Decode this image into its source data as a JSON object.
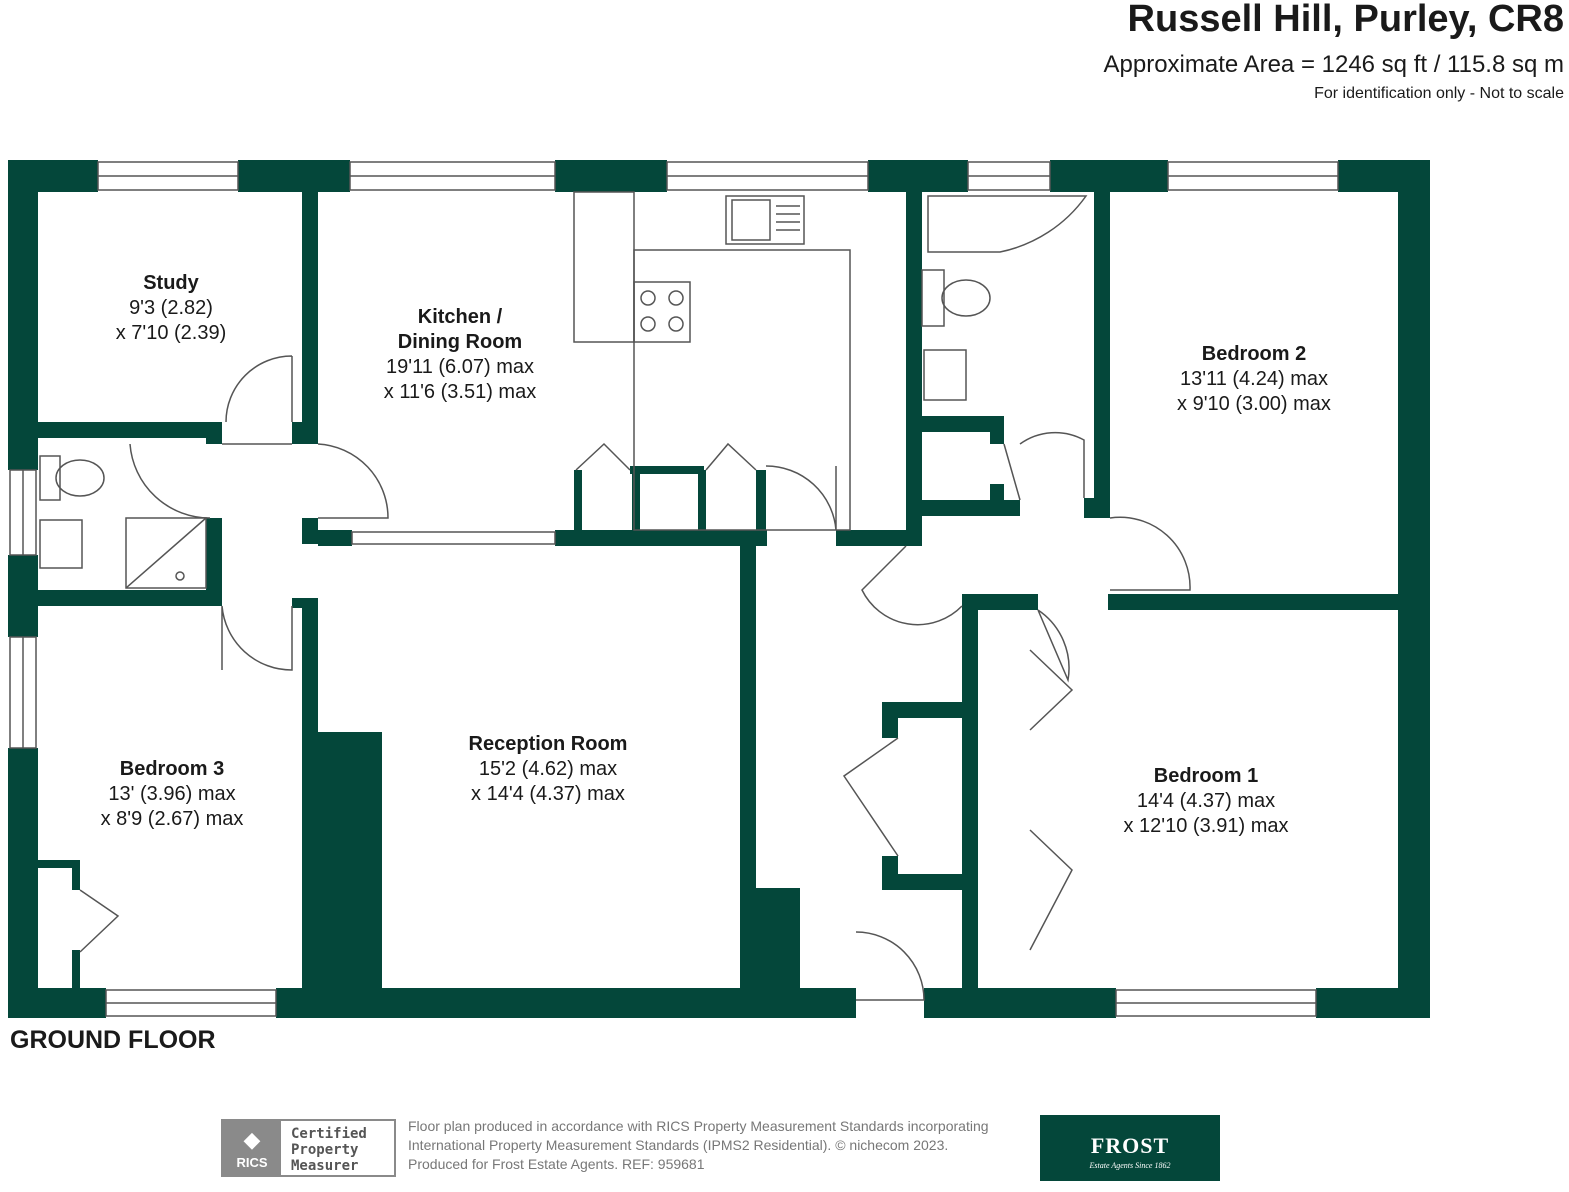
{
  "header": {
    "title": "Russell Hill, Purley, CR8",
    "area": "Approximate Area = 1246 sq ft / 115.8 sq m",
    "note": "For identification only - Not to scale"
  },
  "rooms": {
    "study": {
      "name": "Study",
      "dim1": "9'3 (2.82)",
      "dim2": "x 7'10 (2.39)"
    },
    "kitchen": {
      "name1": "Kitchen /",
      "name2": "Dining Room",
      "dim1": "19'11 (6.07) max",
      "dim2": "x 11'6 (3.51) max"
    },
    "bedroom2": {
      "name": "Bedroom 2",
      "dim1": "13'11 (4.24) max",
      "dim2": "x 9'10 (3.00) max"
    },
    "reception": {
      "name": "Reception Room",
      "dim1": "15'2 (4.62) max",
      "dim2": "x 14'4 (4.37) max"
    },
    "bedroom3": {
      "name": "Bedroom 3",
      "dim1": "13' (3.96) max",
      "dim2": "x 8'9 (2.67) max"
    },
    "bedroom1": {
      "name": "Bedroom 1",
      "dim1": "14'4 (4.37) max",
      "dim2": "x 12'10 (3.91) max"
    }
  },
  "floor_label": "GROUND FLOOR",
  "footer": {
    "rics_badge": {
      "logo_text": "RICS",
      "line1": "Certified",
      "line2": "Property",
      "line3": "Measurer"
    },
    "legal": [
      "Floor plan produced in accordance with RICS Property Measurement Standards incorporating",
      "International Property Measurement Standards (IPMS2 Residential).  © nichecom 2023.",
      "Produced for Frost Estate Agents.   REF:  959681"
    ],
    "agent_logo": {
      "name": "FROST",
      "tagline": "Estate Agents Since 1862"
    }
  },
  "colors": {
    "wall": "#04473a",
    "fixture": "#555555"
  }
}
